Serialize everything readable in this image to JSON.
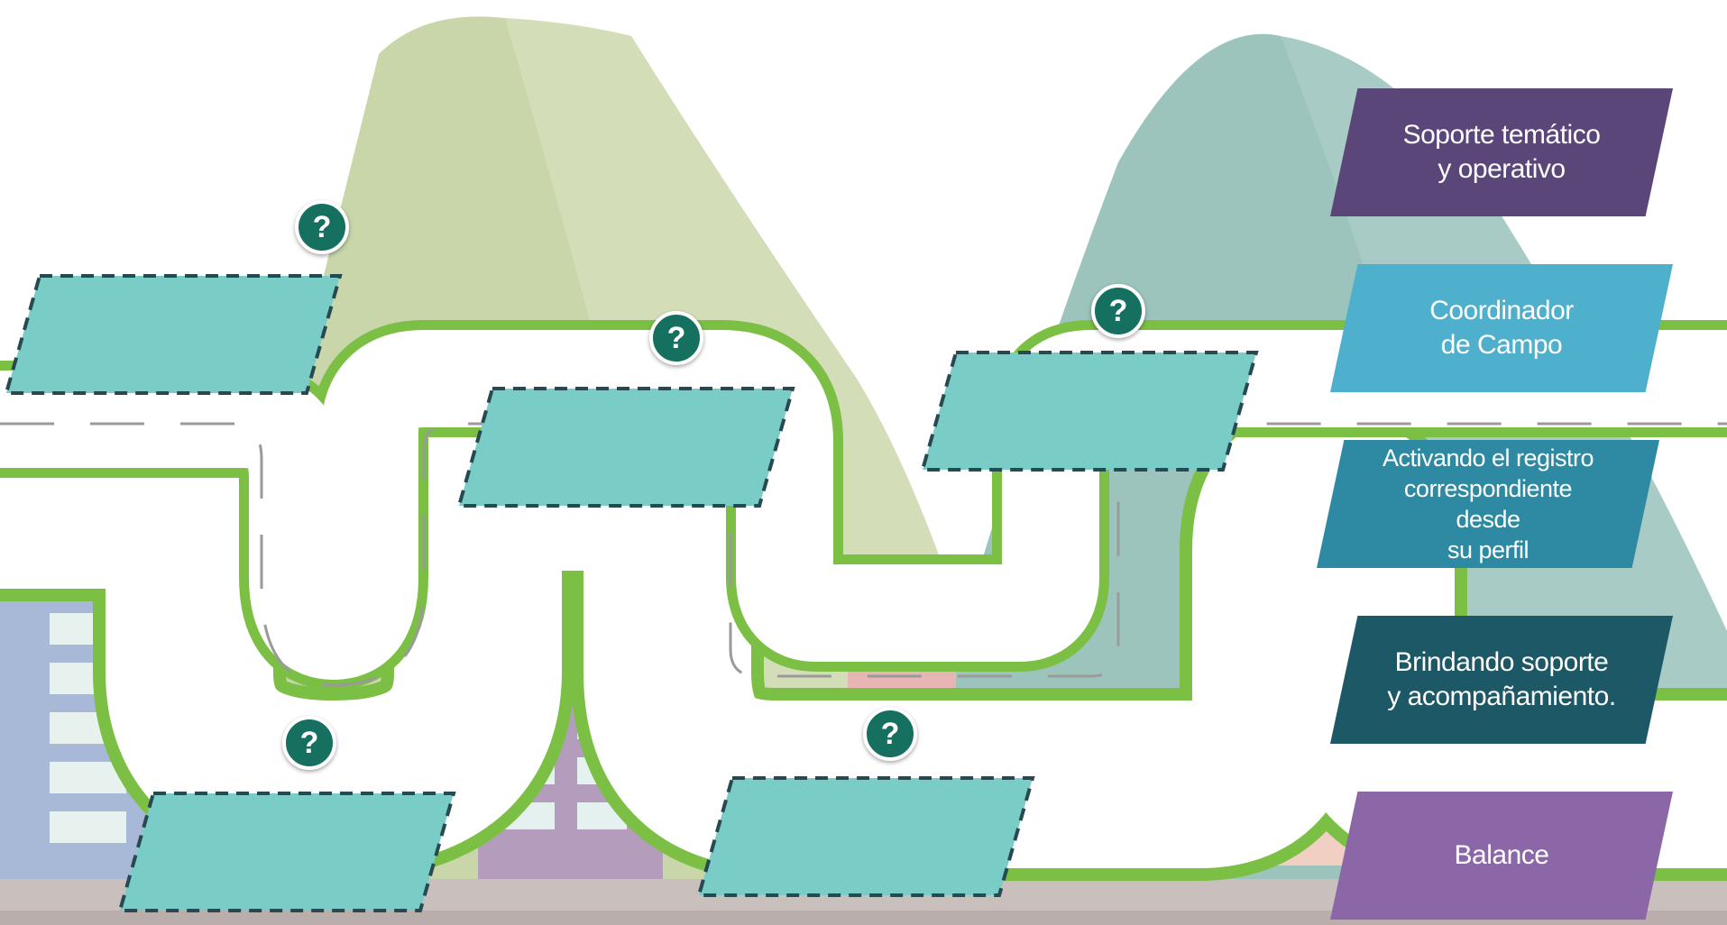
{
  "cards": [
    {
      "label": "Soporte temático\ny operativo",
      "color": "#5b4679"
    },
    {
      "label": "Coordinador\nde Campo",
      "color": "#4fb0cd"
    },
    {
      "label": "Activando el registro\ncorrespondiente desde\nsu perfil",
      "color": "#2e8aa2"
    },
    {
      "label": "Brindando soporte\ny acompañamiento.",
      "color": "#1c5866"
    },
    {
      "label": "Balance",
      "color": "#8b67a8"
    }
  ],
  "hint_symbol": "?",
  "colors": {
    "dropzone_fill": "#7accc6",
    "dropzone_border": "#274a52",
    "hint_button": "#15705f",
    "road": "#ffffff",
    "road_edge": "#7bbf44",
    "mountain_left": "#cbd8ad",
    "mountain_right": "#9cc5bd"
  },
  "icons": {
    "hint": "question-mark-icon"
  }
}
